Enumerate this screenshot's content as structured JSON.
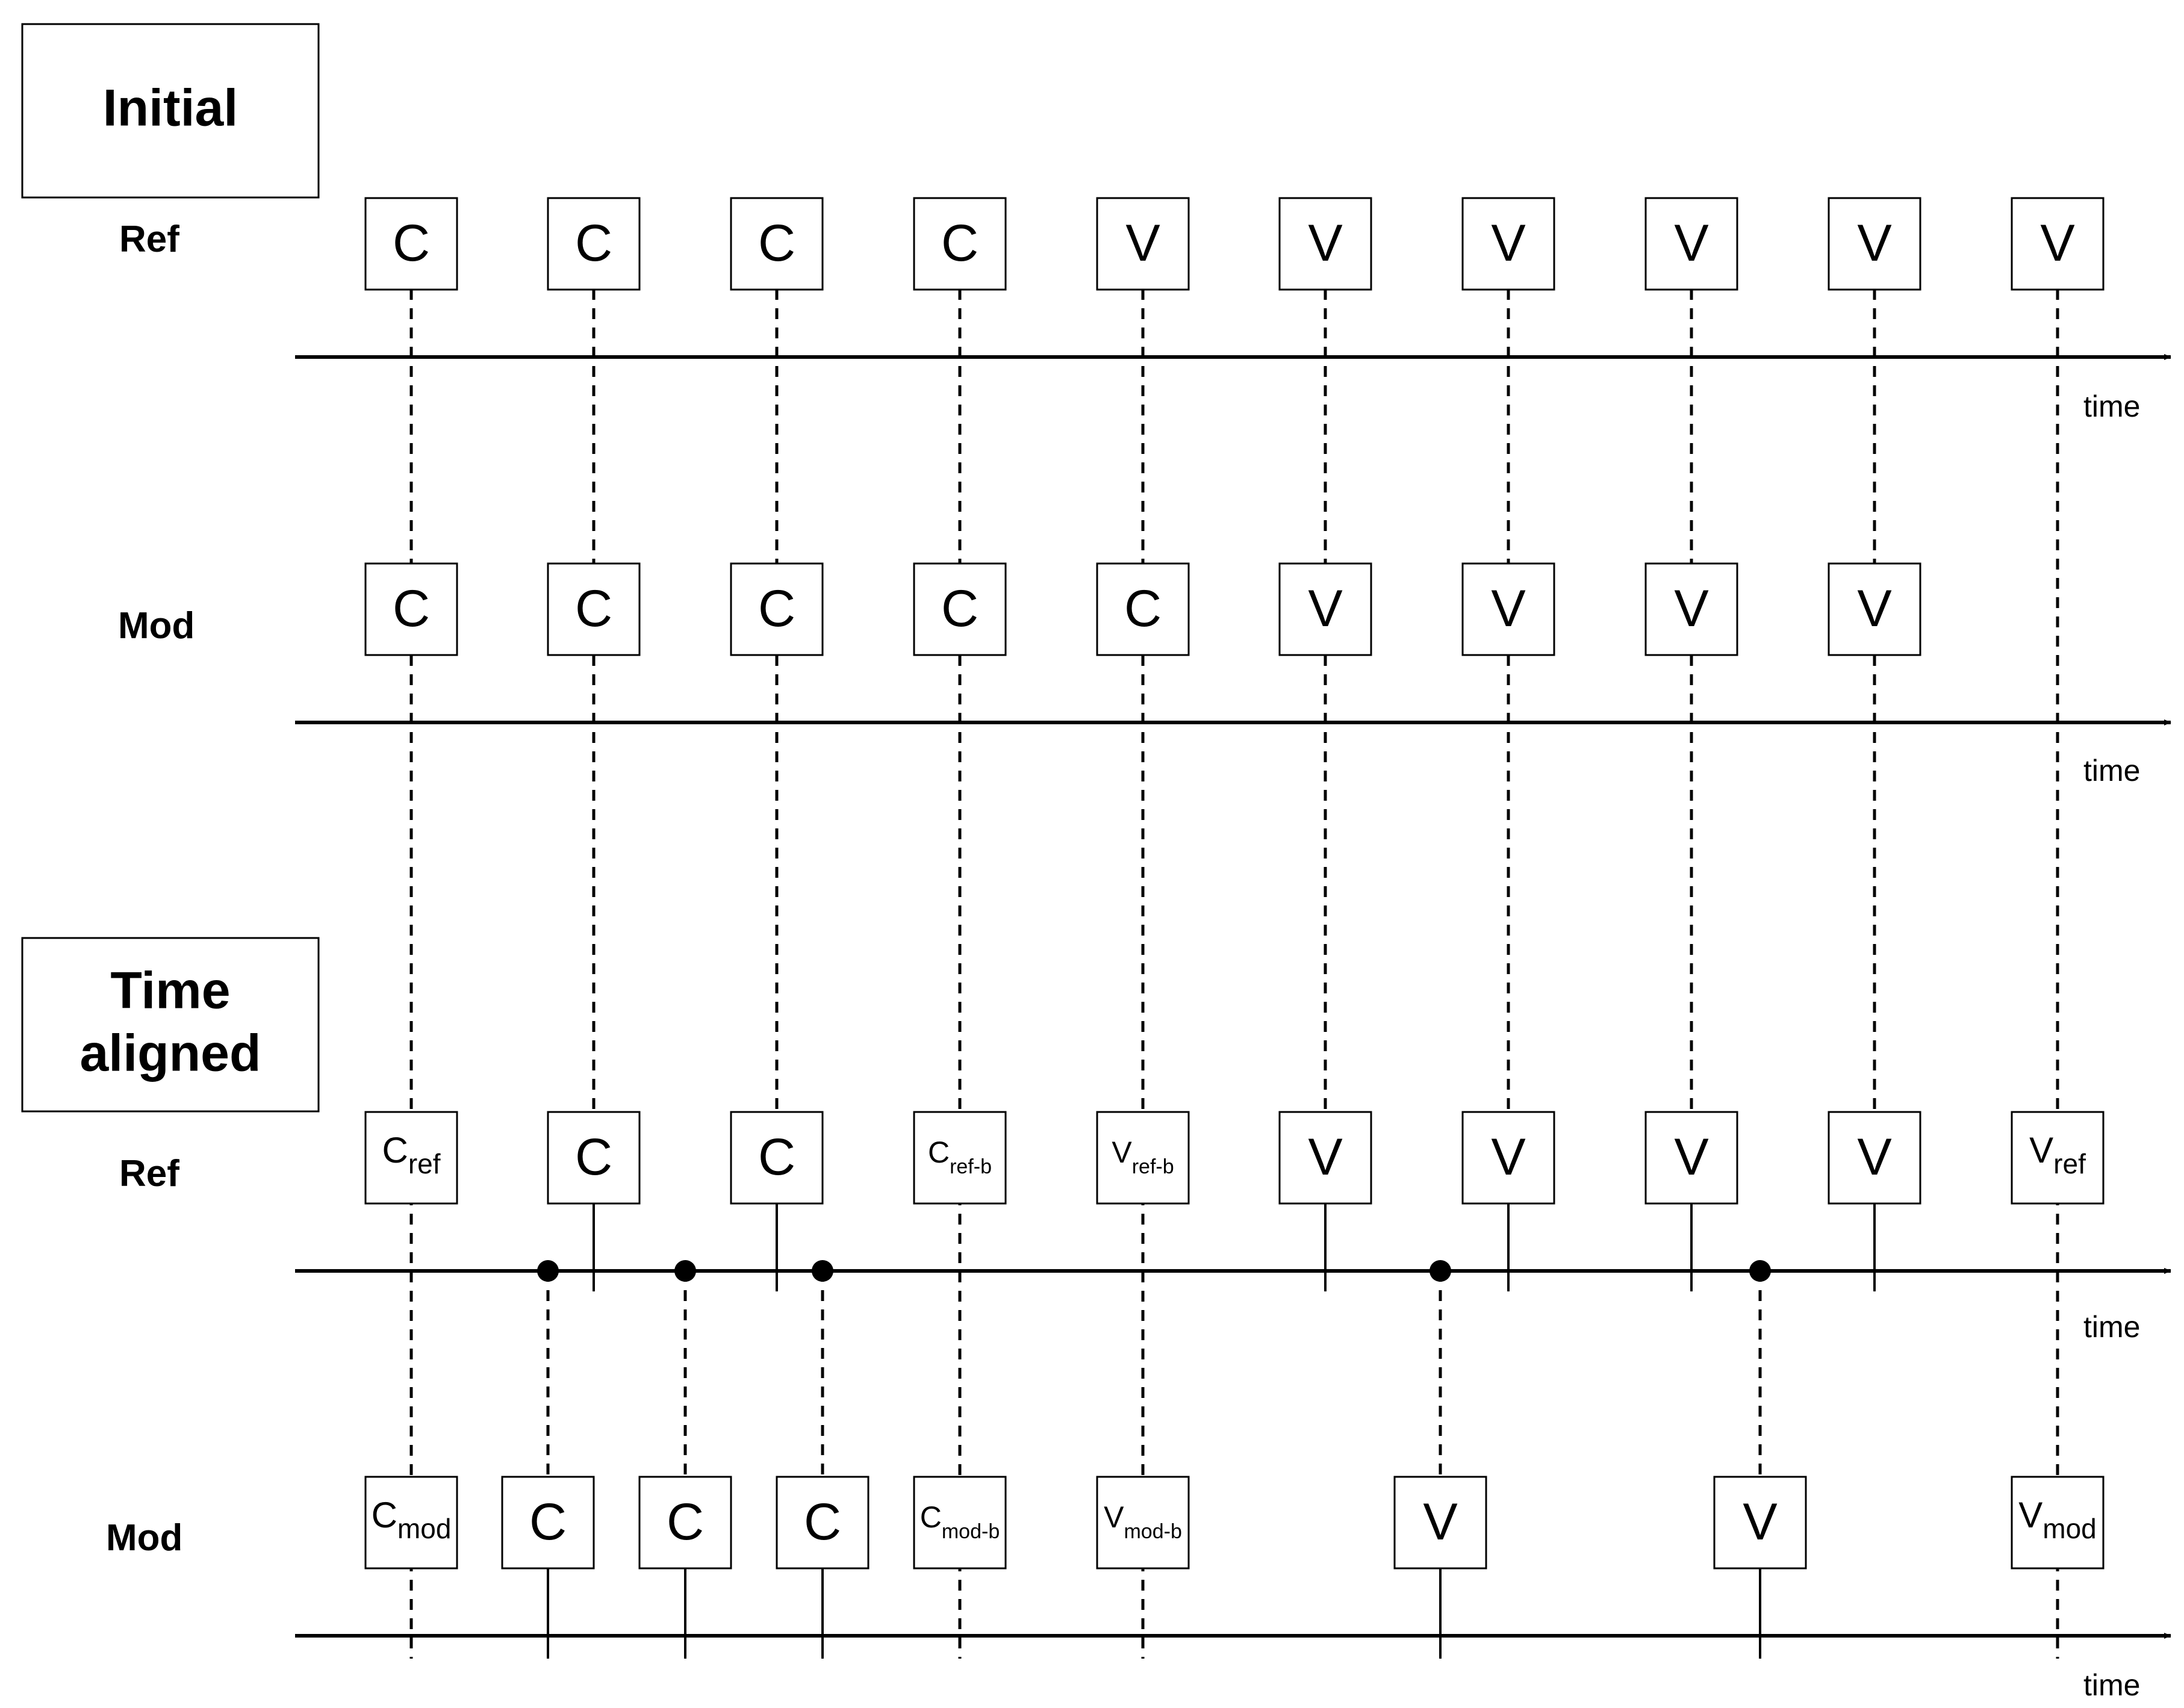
{
  "sections": {
    "initial": {
      "title": "Initial"
    },
    "aligned": {
      "title_line1": "Time",
      "title_line2": "aligned"
    }
  },
  "tracks": [
    {
      "label": "Ref",
      "axis_label": "time",
      "events": [
        {
          "main": "C",
          "sub": ""
        },
        {
          "main": "C",
          "sub": ""
        },
        {
          "main": "C",
          "sub": ""
        },
        {
          "main": "C",
          "sub": ""
        },
        {
          "main": "V",
          "sub": ""
        },
        {
          "main": "V",
          "sub": ""
        },
        {
          "main": "V",
          "sub": ""
        },
        {
          "main": "V",
          "sub": ""
        },
        {
          "main": "V",
          "sub": ""
        },
        {
          "main": "V",
          "sub": ""
        }
      ]
    },
    {
      "label": "Mod",
      "axis_label": "time",
      "events": [
        {
          "main": "C",
          "sub": ""
        },
        {
          "main": "C",
          "sub": ""
        },
        {
          "main": "C",
          "sub": ""
        },
        {
          "main": "C",
          "sub": ""
        },
        {
          "main": "C",
          "sub": ""
        },
        {
          "main": "V",
          "sub": ""
        },
        {
          "main": "V",
          "sub": ""
        },
        {
          "main": "V",
          "sub": ""
        },
        {
          "main": "V",
          "sub": ""
        }
      ]
    },
    {
      "label": "Ref",
      "axis_label": "time",
      "events": [
        {
          "main": "C",
          "sub": "ref"
        },
        {
          "main": "C",
          "sub": ""
        },
        {
          "main": "C",
          "sub": ""
        },
        {
          "main": "C",
          "sub": "ref-b"
        },
        {
          "main": "V",
          "sub": "ref-b"
        },
        {
          "main": "V",
          "sub": ""
        },
        {
          "main": "V",
          "sub": ""
        },
        {
          "main": "V",
          "sub": ""
        },
        {
          "main": "V",
          "sub": ""
        },
        {
          "main": "V",
          "sub": "ref"
        }
      ]
    },
    {
      "label": "Mod",
      "axis_label": "time",
      "events": [
        {
          "main": "C",
          "sub": "mod"
        },
        {
          "main": "C",
          "sub": ""
        },
        {
          "main": "C",
          "sub": ""
        },
        {
          "main": "C",
          "sub": ""
        },
        {
          "main": "C",
          "sub": "mod-b"
        },
        {
          "main": "V",
          "sub": "mod-b"
        },
        {
          "main": "V",
          "sub": ""
        },
        {
          "main": "V",
          "sub": ""
        },
        {
          "main": "V",
          "sub": "mod"
        }
      ]
    }
  ]
}
